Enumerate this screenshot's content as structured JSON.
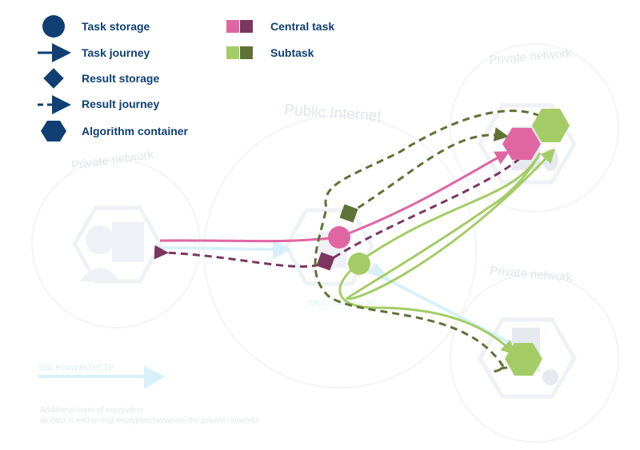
{
  "legend": {
    "task_storage": "Task storage",
    "task_journey": "Task journey",
    "result_storage": "Result storage",
    "result_journey": "Result journey",
    "algorithm_container": "Algorithm container",
    "central_task": "Central task",
    "subtask": "Subtask"
  },
  "regions": {
    "public_internet": "Public Internet",
    "private_network_left": "Private network",
    "private_network_top_right": "Private network",
    "private_network_bottom_right": "Private network",
    "server_url": "https://domain.tld"
  },
  "footer": {
    "ssl_label": "SSL encrypted HTTP",
    "note_line1": "Additional layer of encrpytion",
    "note_line2": "all data is end to end encrypted betweem the private networks"
  },
  "colors": {
    "navy": "#0f3f73",
    "central_light": "#e066a3",
    "central_dark": "#7b3760",
    "subtask_light": "#a4cc66",
    "subtask_dark": "#5f7236",
    "ssl": "#d8f0fa"
  }
}
